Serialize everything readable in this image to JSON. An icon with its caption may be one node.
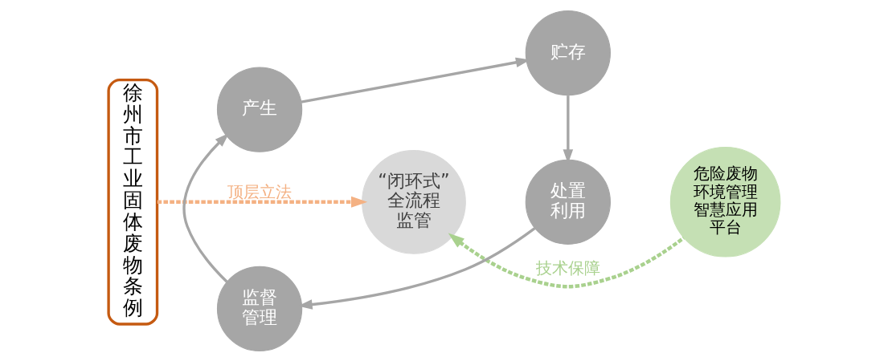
{
  "diagram": {
    "nodes": [
      {
        "text": [
          "徐州市工业固体废物条例"
        ]
      },
      {
        "text": [
          "产生"
        ]
      },
      {
        "text": [
          "贮存"
        ]
      },
      {
        "text": [
          "“闭环式”全流程监管"
        ]
      },
      {
        "text": [
          "监督管理"
        ]
      },
      {
        "text": [
          "处置利用"
        ]
      },
      {
        "text": [
          "危险废物环境管理智慧应用平台"
        ]
      }
    ],
    "edges": [
      {
        "from": 0,
        "to": 3,
        "arrow": "to",
        "label": "顶层立法",
        "style": "dashed",
        "color": "#f4b183"
      },
      {
        "from": 1,
        "to": 2,
        "arrow": "to"
      },
      {
        "from": 2,
        "to": 5,
        "arrow": "to"
      },
      {
        "from": 5,
        "to": 4,
        "arrow": "to"
      },
      {
        "from": 4,
        "to": 1,
        "arrow": "to"
      },
      {
        "from": 6,
        "to": 3,
        "arrow": "to",
        "label": "技术保障",
        "style": "dashed",
        "color": "#a9d18e"
      }
    ]
  }
}
